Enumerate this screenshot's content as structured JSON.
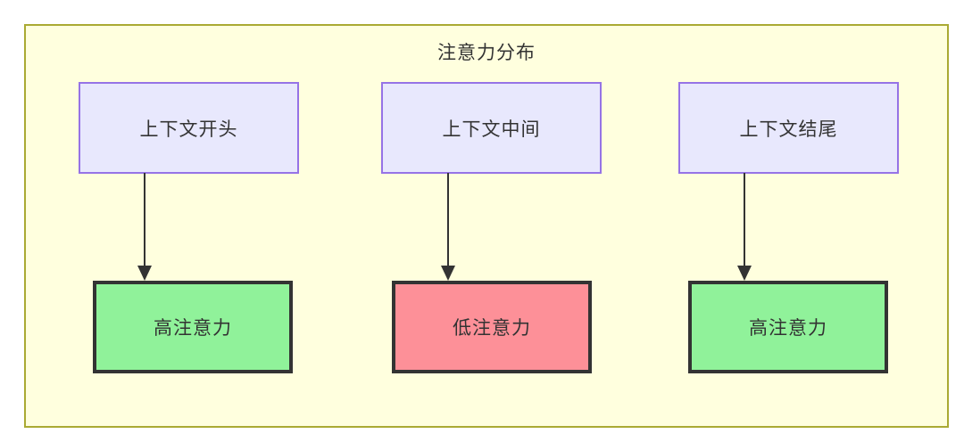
{
  "diagram": {
    "title": "注意力分布",
    "colors": {
      "container_fill": "#ffffde",
      "container_border": "#aaaa33",
      "source_fill": "#e8e8fd",
      "source_border": "#9673e6",
      "high_attention_fill": "#90f29a",
      "low_attention_fill": "#fd9098",
      "result_border": "#333333",
      "text": "#333333",
      "edge": "#333333"
    },
    "sources": [
      {
        "label": "上下文开头"
      },
      {
        "label": "上下文中间"
      },
      {
        "label": "上下文结尾"
      }
    ],
    "results": [
      {
        "label": "高注意力",
        "level": "high"
      },
      {
        "label": "低注意力",
        "level": "low"
      },
      {
        "label": "高注意力",
        "level": "high"
      }
    ],
    "edges": [
      {
        "from": "上下文开头",
        "to": "高注意力",
        "arrow": "down-arrow"
      },
      {
        "from": "上下文中间",
        "to": "低注意力",
        "arrow": "down-arrow"
      },
      {
        "from": "上下文结尾",
        "to": "高注意力",
        "arrow": "down-arrow"
      }
    ]
  }
}
